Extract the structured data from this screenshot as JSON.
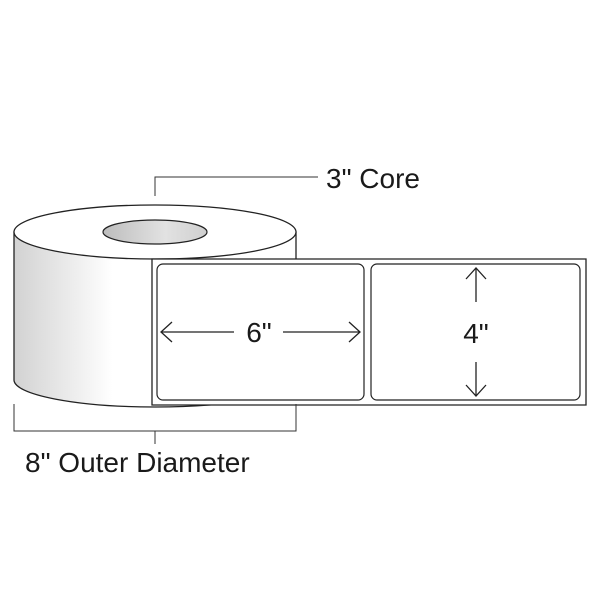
{
  "labels": {
    "core": "3\" Core",
    "outer_diameter": "8\" Outer Diameter",
    "label_width": "6\"",
    "label_height": "4\""
  },
  "colors": {
    "line": "#222222",
    "roll_body_light": "#ffffff",
    "roll_body_shade": "#d9d9d9",
    "core_fill": "#d0d0d0"
  }
}
